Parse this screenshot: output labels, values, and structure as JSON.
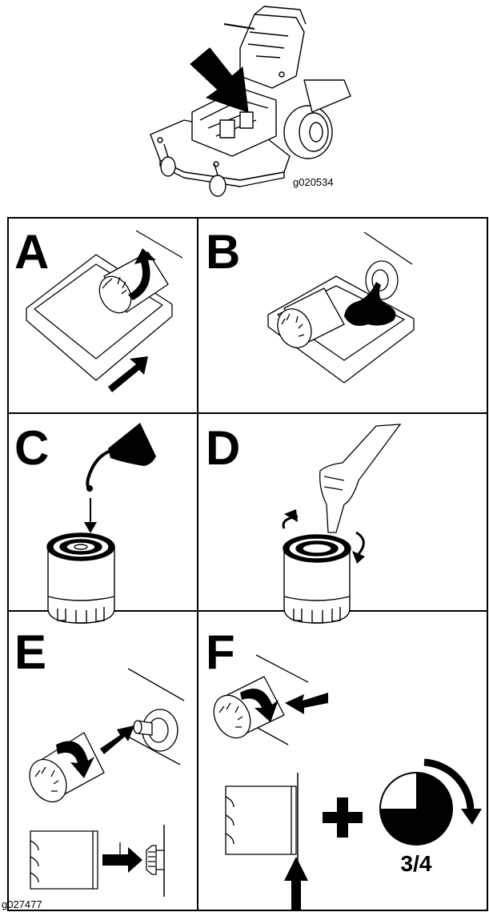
{
  "top_figure": {
    "code": "g020534"
  },
  "grid_figure": {
    "code": "g027477",
    "panels": [
      {
        "letter": "A"
      },
      {
        "letter": "B"
      },
      {
        "letter": "C"
      },
      {
        "letter": "D"
      },
      {
        "letter": "E"
      },
      {
        "letter": "F"
      }
    ],
    "torque_fraction": "3/4"
  }
}
